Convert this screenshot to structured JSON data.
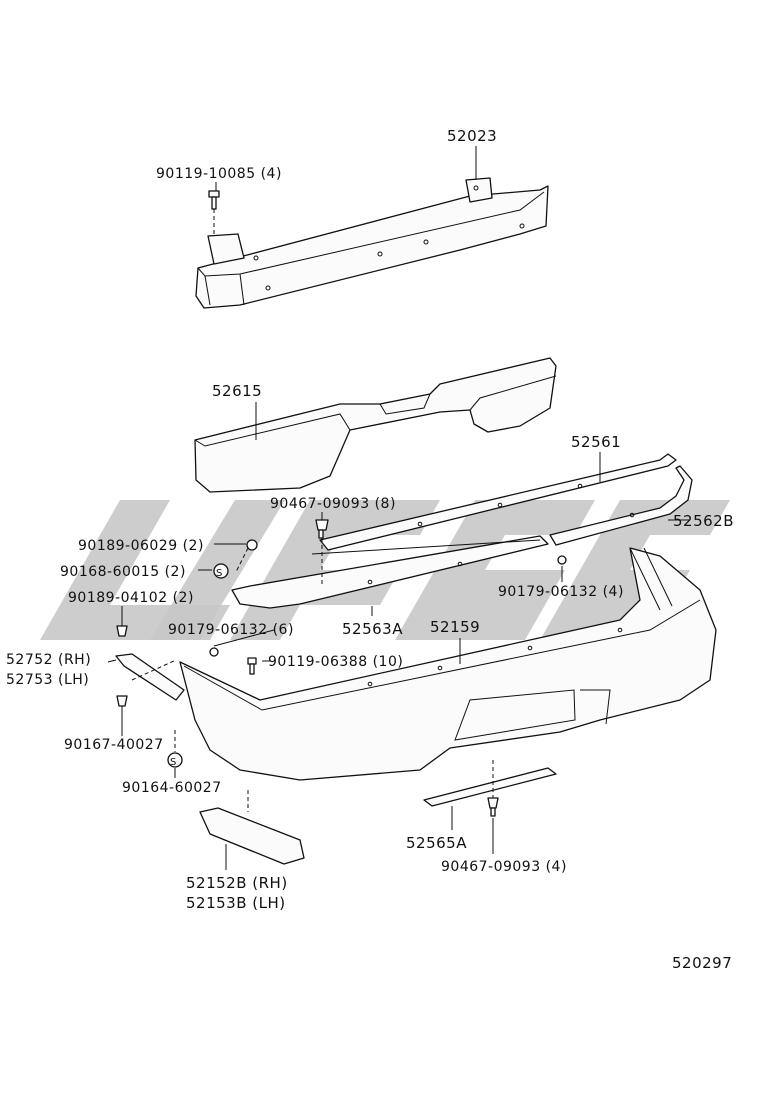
{
  "diagram_id": "520297",
  "parts": [
    {
      "key": "reinforcement",
      "number": "52023"
    },
    {
      "key": "bolt_top",
      "number": "90119-10085 (4)"
    },
    {
      "key": "absorber",
      "number": "52615"
    },
    {
      "key": "retainer_upper",
      "number": "52561"
    },
    {
      "key": "retainer_side",
      "number": "52562B"
    },
    {
      "key": "clip_8",
      "number": "90467-09093 (8)"
    },
    {
      "key": "screw_2",
      "number": "90189-06029 (2)"
    },
    {
      "key": "nut_2",
      "number": "90168-60015 (2)"
    },
    {
      "key": "retainer_lower",
      "number": "52563A"
    },
    {
      "key": "nut_4",
      "number": "90179-06132 (4)"
    },
    {
      "key": "screw_04102",
      "number": "90189-04102 (2)"
    },
    {
      "key": "nut_6",
      "number": "90179-06132 (6)"
    },
    {
      "key": "cover",
      "number": "52159"
    },
    {
      "key": "bolt_10",
      "number": "90119-06388 (10)"
    },
    {
      "key": "bracket_rh",
      "number": "52752 (RH)"
    },
    {
      "key": "bracket_lh",
      "number": "52753 (LH)"
    },
    {
      "key": "screw_40027",
      "number": "90167-40027"
    },
    {
      "key": "nut_60027",
      "number": "90164-60027"
    },
    {
      "key": "retainer_center",
      "number": "52565A"
    },
    {
      "key": "clip_4",
      "number": "90467-09093 (4)"
    },
    {
      "key": "extension_rh",
      "number": "52152B (RH)"
    },
    {
      "key": "extension_lh",
      "number": "52153B (LH)"
    }
  ]
}
